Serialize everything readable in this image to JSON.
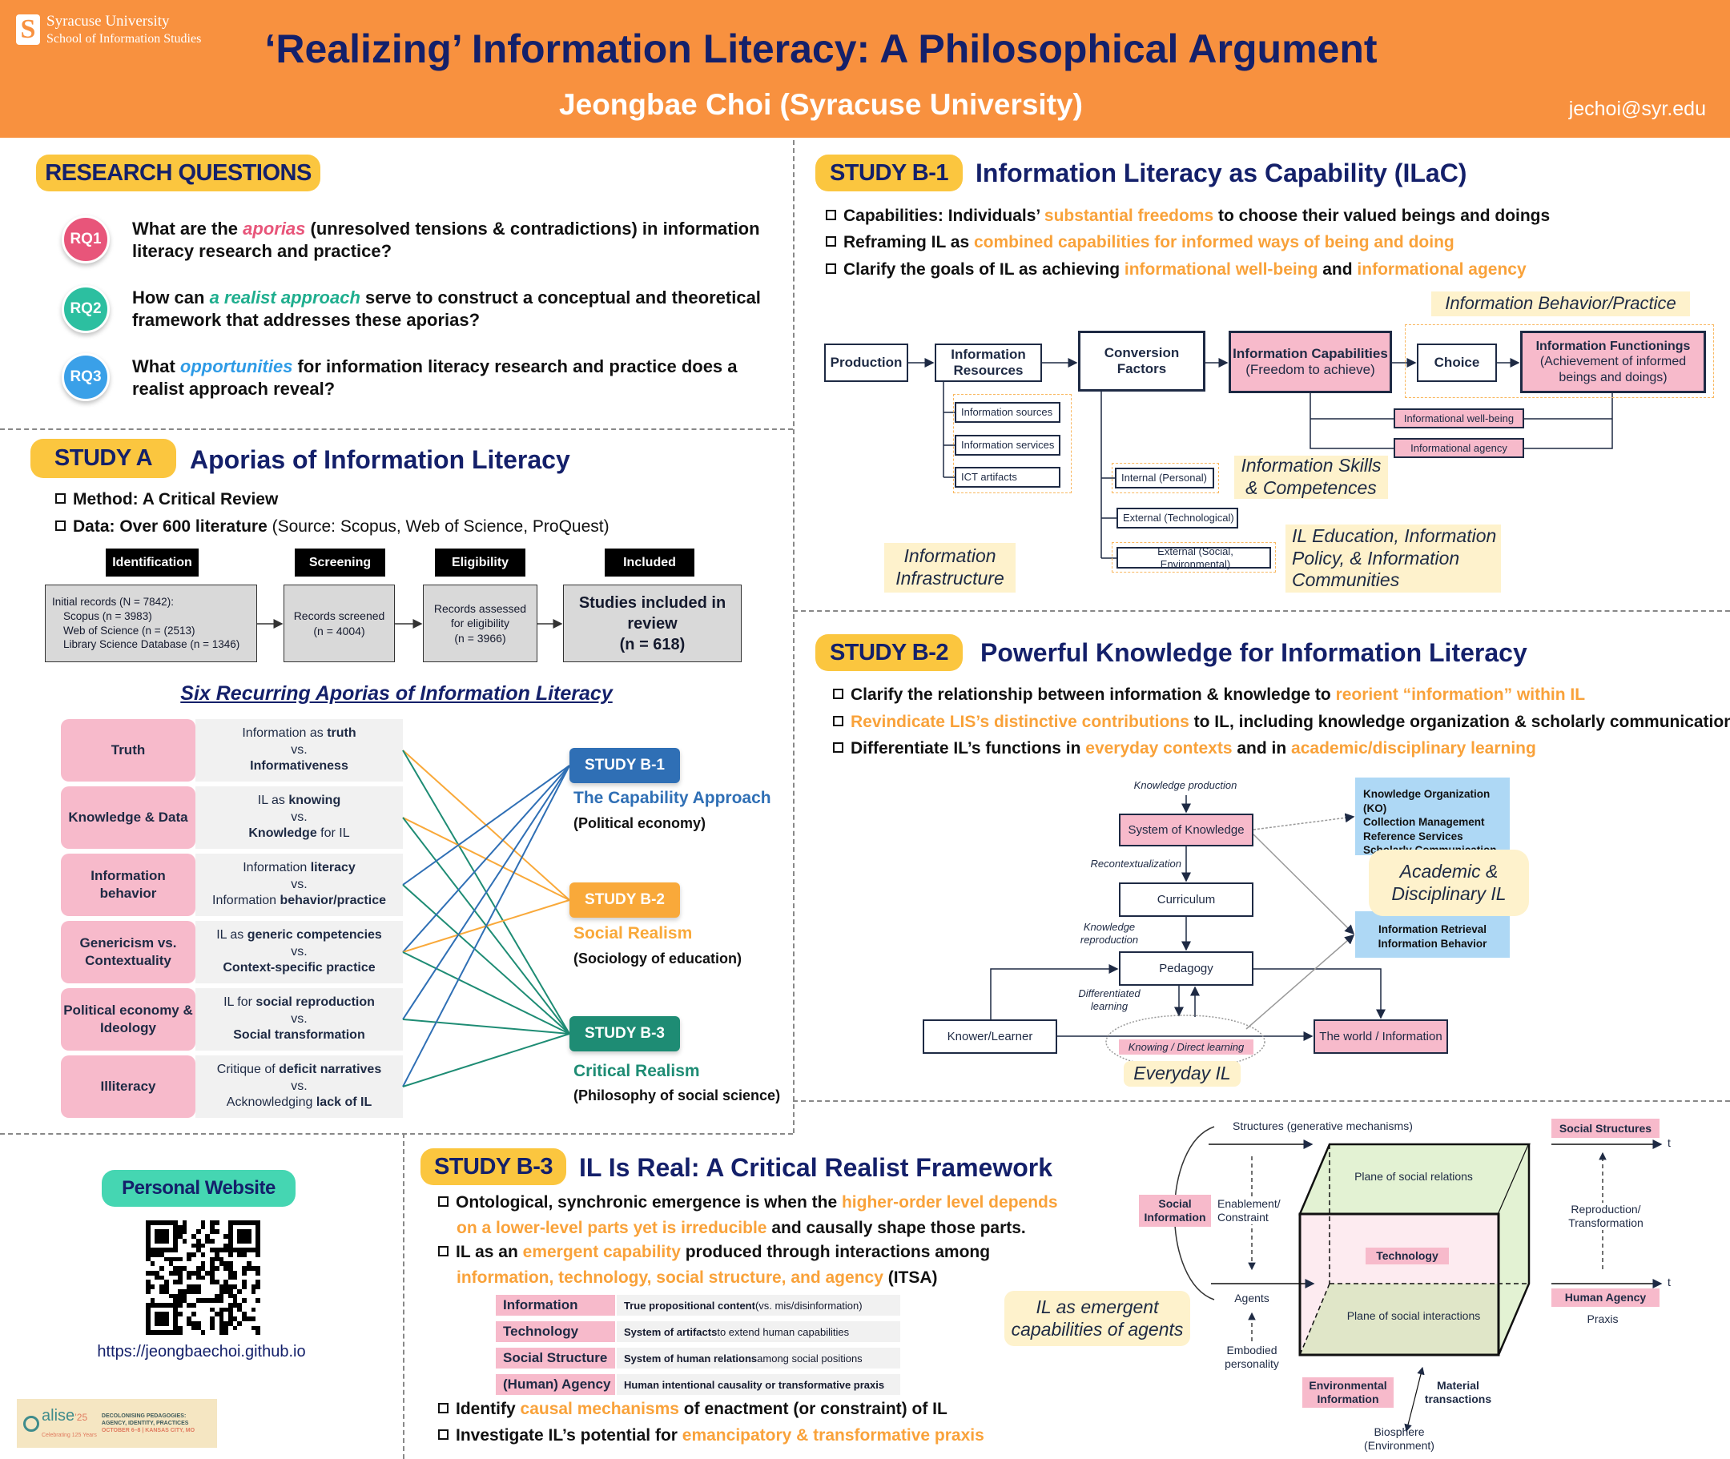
{
  "header": {
    "university": "Syracuse University",
    "school": "School of Information Studies",
    "title": "‘Realizing’ Information Literacy: A Philosophical Argument",
    "author": "Jeongbae Choi (Syracuse University)",
    "email": "jechoi@syr.edu"
  },
  "colors": {
    "header": "#F8913F",
    "pill": "#FBC63F",
    "accent_orange": "#F9A23A",
    "pink": "#F7BACB",
    "b1": "#2F6FB5",
    "b2": "#F9A93A",
    "b3": "#1E8C74"
  },
  "rq": {
    "heading": "RESEARCH QUESTIONS",
    "items": [
      {
        "badge": "RQ1",
        "parts": [
          [
            "What are the ",
            ""
          ],
          [
            "aporias",
            "pi"
          ],
          [
            " (unresolved tensions & contradictions) in information literacy research and practice?",
            ""
          ]
        ]
      },
      {
        "badge": "RQ2",
        "parts": [
          [
            "How can ",
            ""
          ],
          [
            "a realist approach",
            "ti"
          ],
          [
            " serve to construct a conceptual and theoretical framework that addresses these aporias?",
            ""
          ]
        ]
      },
      {
        "badge": "RQ3",
        "parts": [
          [
            "What ",
            ""
          ],
          [
            "opportunities",
            "bi"
          ],
          [
            " for information literacy research and practice does a realist approach reveal?",
            ""
          ]
        ]
      }
    ]
  },
  "study_a": {
    "badge": "STUDY A",
    "title": "Aporias of Information Literacy",
    "bullets": [
      [
        [
          "Method: A Critical Review",
          ""
        ]
      ],
      [
        [
          "Data: Over 600 literature",
          ""
        ],
        [
          " (Source: Scopus, Web of Science, ProQuest)",
          "nb"
        ]
      ]
    ],
    "flow": {
      "headers": [
        "Identification",
        "Screening",
        "Eligibility",
        "Included"
      ],
      "box1": [
        "Initial records (N = 7842):",
        "Scopus (n = 3983)",
        "Web of Science (n = (2513)",
        "Library Science Database (n = 1346)"
      ],
      "box2": [
        "Records screened",
        "(n = 4004)"
      ],
      "box3": [
        "Records assessed",
        "for eligibility",
        "(n = 3966)"
      ],
      "box4": [
        "Studies included in",
        "review",
        "(n = 618)"
      ]
    },
    "aporias_title": "Six Recurring Aporias of Information Literacy",
    "aporias": [
      {
        "label": "Truth",
        "a": [
          [
            "Information as ",
            ""
          ],
          [
            "truth",
            "k"
          ]
        ],
        "b": [
          [
            "Informativeness",
            "k"
          ]
        ],
        "links": [
          1,
          2
        ]
      },
      {
        "label": "Knowledge & Data",
        "a": [
          [
            "IL as ",
            ""
          ],
          [
            "knowing",
            "k"
          ]
        ],
        "b": [
          [
            "Knowledge",
            "k"
          ],
          [
            " for IL",
            ""
          ]
        ],
        "links": [
          1,
          2
        ]
      },
      {
        "label": "Information behavior",
        "a": [
          [
            "Information ",
            ""
          ],
          [
            "literacy",
            "k"
          ]
        ],
        "b": [
          [
            "Information ",
            ""
          ],
          [
            "behavior/practice",
            "k"
          ]
        ],
        "links": [
          0,
          2
        ]
      },
      {
        "label": "Genericism vs. Contextuality",
        "a": [
          [
            "IL as ",
            ""
          ],
          [
            "generic competencies",
            "k"
          ]
        ],
        "b": [
          [
            "Context-specific practice",
            "k"
          ]
        ],
        "links": [
          0,
          1,
          2
        ]
      },
      {
        "label": "Political economy & Ideology",
        "a": [
          [
            "IL for ",
            ""
          ],
          [
            "social reproduction",
            "k"
          ]
        ],
        "b": [
          [
            "Social transformation",
            "k"
          ]
        ],
        "links": [
          0,
          2
        ]
      },
      {
        "label": "Illiteracy",
        "a": [
          [
            "Critique of ",
            ""
          ],
          [
            "deficit narratives",
            "k"
          ]
        ],
        "b": [
          [
            "Acknowledging ",
            ""
          ],
          [
            "lack of IL",
            "k"
          ]
        ],
        "links": [
          0,
          2
        ]
      }
    ],
    "vs": "vs.",
    "studies": [
      {
        "label": "STUDY B-1",
        "name": "The Capability Approach",
        "field": "(Political economy)"
      },
      {
        "label": "STUDY B-2",
        "name": "Social Realism",
        "field": "(Sociology of education)"
      },
      {
        "label": "STUDY B-3",
        "name": "Critical Realism",
        "field": "(Philosophy of social science)"
      }
    ]
  },
  "website": {
    "label": "Personal Website",
    "url": "https://jeongbaechoi.github.io"
  },
  "alise_logo": {
    "name": "alise",
    "year": "’25",
    "tagline": "Celebrating 125 Years",
    "line1": "DECOLONISING PEDAGOGIES:",
    "line2": "AGENCY, IDENTITY, PRACTICES",
    "line3": "OCTOBER 6–8 | KANSAS CITY, MO"
  },
  "study_b1": {
    "badge": "STUDY B-1",
    "title": "Information Literacy as Capability (ILaC)",
    "bullets": [
      [
        [
          "Capabilities: Individuals’ ",
          ""
        ],
        [
          "substantial freedoms",
          "o"
        ],
        [
          " to choose their valued beings and doings",
          ""
        ]
      ],
      [
        [
          "Reframing IL as ",
          ""
        ],
        [
          "combined capabilities for informed ways of being and doing",
          "o"
        ]
      ],
      [
        [
          "Clarify the goals of IL as achieving ",
          ""
        ],
        [
          "informational well-being",
          "o"
        ],
        [
          " and ",
          ""
        ],
        [
          "informational agency",
          "o"
        ]
      ]
    ],
    "diagram": {
      "production": "Production",
      "resources": "Information Resources",
      "conversion": "Conversion Factors",
      "capabilities": "Information Capabilities",
      "capabilities_sub": "(Freedom to achieve)",
      "choice": "Choice",
      "functionings": "Information Functionings",
      "functionings_sub": "(Achievement of informed beings and doings)",
      "sources": "Information sources",
      "services": "Information services",
      "ict": "ICT artifacts",
      "internal": "Internal (Personal)",
      "ext_tech": "External (Technological)",
      "ext_social": "External (Social, Environmental)",
      "wellbeing": "Informational well-being",
      "agency": "Informational agency",
      "note_behavior": "Information Behavior/Practice",
      "note_skills": "Information Skills & Competences",
      "note_education": "IL Education, Information Policy, & Information Communities",
      "note_infra": "Information Infrastructure"
    }
  },
  "study_b2": {
    "badge": "STUDY B-2",
    "title": "Powerful Knowledge for Information Literacy",
    "bullets": [
      [
        [
          "Clarify the relationship between information & knowledge to ",
          ""
        ],
        [
          "reorient “information” within IL",
          "o"
        ]
      ],
      [
        [
          "Revindicate LIS’s distinctive contributions",
          "o"
        ],
        [
          " to IL, including knowledge organization & scholarly communication",
          ""
        ]
      ],
      [
        [
          "Differentiate IL’s functions in ",
          ""
        ],
        [
          "everyday contexts",
          "o"
        ],
        [
          " and in ",
          ""
        ],
        [
          "academic/disciplinary learning",
          "o"
        ]
      ]
    ],
    "diagram": {
      "knowledge_production": "Knowledge production",
      "system": "System of Knowledge",
      "recontext": "Recontextualization",
      "curriculum": "Curriculum",
      "reproduction": "Knowledge reproduction",
      "pedagogy": "Pedagogy",
      "differentiated": "Differentiated learning",
      "knower": "Knower/Learner",
      "world": "The world / Information",
      "knowing": "Knowing / Direct learning",
      "everyday": "Everyday IL",
      "academic": "Academic & Disciplinary IL",
      "lis_top": [
        "Knowledge Organization (KO)",
        "Collection Management",
        "Reference Services",
        "Scholarly Communication"
      ],
      "lis_bottom": [
        "Information Retrieval",
        "Information Behavior"
      ]
    }
  },
  "study_b3": {
    "badge": "STUDY B-3",
    "title": "IL Is Real: A Critical Realist Framework",
    "bullets": [
      [
        [
          "Ontological, synchronic emergence is when the ",
          ""
        ],
        [
          "higher-order level depends",
          "o"
        ]
      ],
      [
        [
          "on a lower-level parts yet is irreducible",
          "o"
        ],
        [
          " and causally shape those parts.",
          ""
        ]
      ],
      [
        [
          "IL as an ",
          ""
        ],
        [
          "emergent capability",
          "o"
        ],
        [
          " produced through interactions among",
          ""
        ]
      ],
      [
        [
          "information, technology, social structure, and agency",
          "o"
        ],
        [
          " (ITSA)",
          ""
        ]
      ],
      [
        [
          "Identify ",
          ""
        ],
        [
          "causal mechanisms",
          "o"
        ],
        [
          " of enactment (or constraint) of IL",
          ""
        ]
      ],
      [
        [
          "Investigate IL’s potential for ",
          ""
        ],
        [
          "emancipatory & transformative praxis",
          "o"
        ]
      ]
    ],
    "itsa": [
      {
        "term": "Information",
        "def": [
          [
            "True propositional content",
            "k"
          ],
          [
            " (vs. mis/disinformation)",
            ""
          ]
        ]
      },
      {
        "term": "Technology",
        "def": [
          [
            "System of artifacts",
            "k"
          ],
          [
            " to extend human capabilities",
            ""
          ]
        ]
      },
      {
        "term": "Social Structure",
        "def": [
          [
            "System of human relations",
            "k"
          ],
          [
            " among social positions",
            ""
          ]
        ]
      },
      {
        "term": "(Human) Agency",
        "def": [
          [
            "Human intentional causality or transformative praxis",
            "k"
          ]
        ]
      }
    ],
    "note": "IL as emergent capabilities of agents",
    "diagram": {
      "structures": "Structures (generative mechanisms)",
      "social_structures": "Social Structures",
      "t": "t",
      "social_info": "Social Information",
      "enablement": "Enablement/ Constraint",
      "agents": "Agents",
      "embodied": "Embodied personality",
      "relations": "Plane of social relations",
      "technology": "Technology",
      "interactions": "Plane of social interactions",
      "reproduction": "Reproduction/ Transformation",
      "human_agency": "Human Agency",
      "praxis": "Praxis",
      "env_info": "Environmental Information",
      "material": "Material transactions",
      "biosphere": "Biosphere (Environment)"
    }
  }
}
